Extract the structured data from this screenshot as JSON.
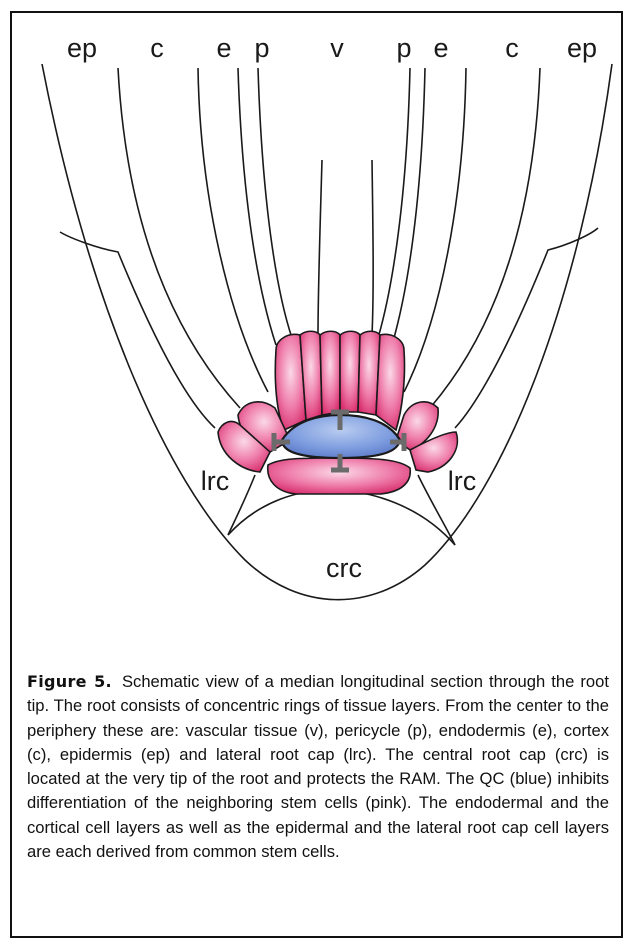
{
  "diagram": {
    "top_labels": [
      "ep",
      "c",
      "e",
      "p",
      "v",
      "p",
      "e",
      "c",
      "ep"
    ],
    "region_labels": {
      "lrc_left": "lrc",
      "lrc_right": "lrc",
      "crc": "crc"
    },
    "colors": {
      "stem_cells": "#e0447e",
      "stem_highlight": "#fbd8e7",
      "qc": "#6e8ed6",
      "qc_highlight": "#b9ccf0",
      "signal": "#6b6b6b",
      "outline": "#1a1a1a"
    }
  },
  "caption": {
    "label": "Figure 5.",
    "text": "Schematic view of a median longitudinal section through the root tip. The root consists of concentric rings of tissue layers. From the center to the periphery these are: vascular tissue (v), pericycle (p), endodermis (e), cortex (c), epidermis (ep) and lateral root cap (lrc). The central root cap (crc) is located at the very tip of the root and protects the RAM. The QC (blue) inhibits differentiation of the neighboring stem cells (pink). The endodermal and the cortical cell layers as well as the epidermal and the lateral root cap cell layers are each derived from common stem cells."
  }
}
